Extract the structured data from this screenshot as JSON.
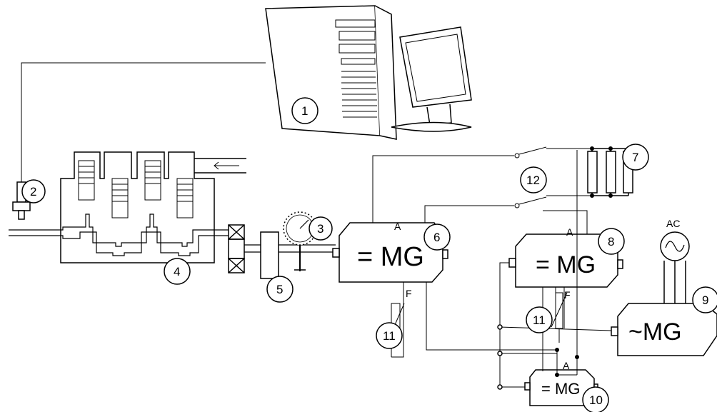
{
  "callouts": {
    "computer": "1",
    "sensor": "2",
    "gauge": "3",
    "engine": "4",
    "flywheel": "5",
    "dc_machine_a": "6",
    "resistors": "7",
    "dc_machine_b": "8",
    "ac_machine": "9",
    "dc_machine_small": "10",
    "rheostat_left": "11",
    "rheostat_right": "11",
    "switches": "12"
  },
  "labels": {
    "armature_a": "A",
    "field_f": "F",
    "armature_b": "A",
    "field_f2": "F",
    "armature_c": "A",
    "ac": "AC",
    "dc_mg": "= MG",
    "ac_mg": "~MG",
    "dc_mg_small": "= MG"
  }
}
